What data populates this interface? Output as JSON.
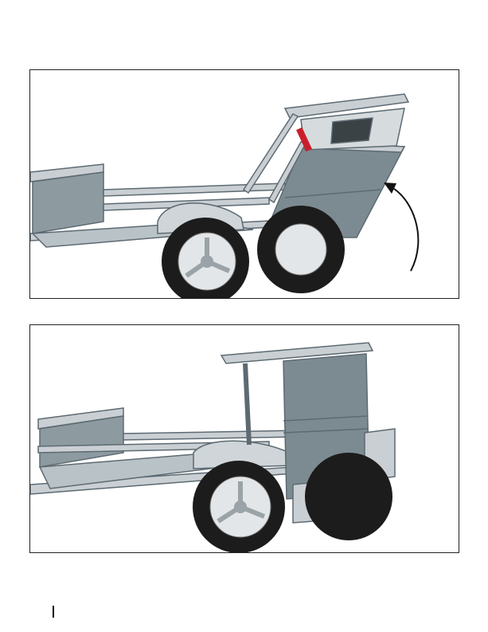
{
  "figures": [
    {
      "id": "fig-tilted",
      "description": "tailgate-ramp-raised",
      "arrow": "curved-up-arrow"
    },
    {
      "id": "fig-closed",
      "description": "tailgate-ramp-stowed-upright"
    }
  ],
  "colors": {
    "frame": "#c9cfd3",
    "frame_stroke": "#5d6a72",
    "panel_fill": "#7c8b91",
    "deck": "#b9c2c7",
    "tire": "#1c1c1c",
    "rim": "#e3e6e8",
    "reflector": "#c8202a"
  },
  "page": {
    "number": ""
  }
}
